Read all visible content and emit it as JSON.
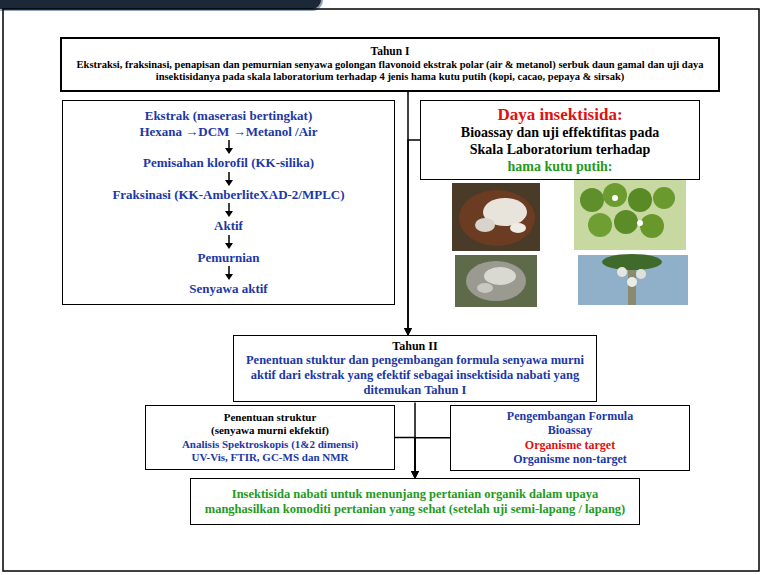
{
  "diagram": {
    "nodes": [
      {
        "text": [
          "Tahun I",
          "Ekstraksi, fraksinasi, penapisan dan pemurnian senyawa golongan flavonoid ekstrak polar (air & metanol) serbuk daun gamal dan uji daya insektisidanya pada skala laboratorium terhadap 4 jenis hama kutu putih (kopi, cacao, pepaya & sirsak)"
        ]
      },
      {
        "text": [
          "Ekstrak (maserasi bertingkat)",
          "Hexana →DCM →Metanol /Air",
          "Pemisahan klorofil (KK-silika)",
          "Fraksinasi (KK-AmberliteXAD-2/MPLC)",
          "Aktif",
          "Pemurnian",
          "Senyawa aktif"
        ]
      },
      {
        "text": [
          "Daya insektisida:",
          "Bioassay dan uji effektifitas pada",
          "Skala Laboratorium terhadap",
          "hama kutu putih:"
        ]
      },
      {
        "text": [
          "Tahun II",
          "Penentuan stuktur dan pengembangan formula senyawa murni aktif dari ekstrak yang efektif sebagai insektisida nabati yang ditemukan Tahun I"
        ]
      },
      {
        "text": [
          "Penentuan struktur",
          "(senyawa murni ekfektif)",
          "Analisis Spektroskopis (1&2 dimensi)",
          "UV-Vis, FTIR, GC-MS dan NMR"
        ]
      },
      {
        "text": [
          "Pengembangan Formula",
          "Bioassay",
          "Organisme target",
          "Organisme non-target"
        ]
      },
      {
        "text": [
          "Insektisida nabati untuk menunjang pertanian organik dalam upaya manghasilkan komoditi pertanian yang sehat (setelah uji semi-lapang / lapang)"
        ]
      }
    ],
    "edges": [
      {
        "from": 0,
        "to": 3,
        "arrow": "to"
      },
      {
        "from": 2,
        "to": 3,
        "arrow": "to"
      },
      {
        "from": 3,
        "to": 6,
        "arrow": "to"
      },
      {
        "from": 4,
        "to": 6,
        "arrow": "to"
      },
      {
        "from": 5,
        "to": 6,
        "arrow": "to"
      }
    ]
  }
}
